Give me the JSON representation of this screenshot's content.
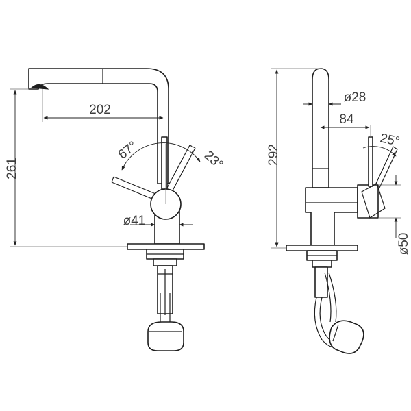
{
  "drawings": {
    "front_view": {
      "height_label": "261",
      "reach_label": "202",
      "angle_forward_label": "67°",
      "angle_back_label": "23°",
      "body_diameter_label": "ø41"
    },
    "side_view": {
      "height_label": "292",
      "spout_diameter_label": "ø28",
      "lever_offset_label": "84",
      "lever_angle_label": "25°",
      "handle_diameter_label": "ø50"
    }
  },
  "colors": {
    "line": "#1e1e1e",
    "dimension_text": "#3c3c3c",
    "background": "#ffffff"
  }
}
